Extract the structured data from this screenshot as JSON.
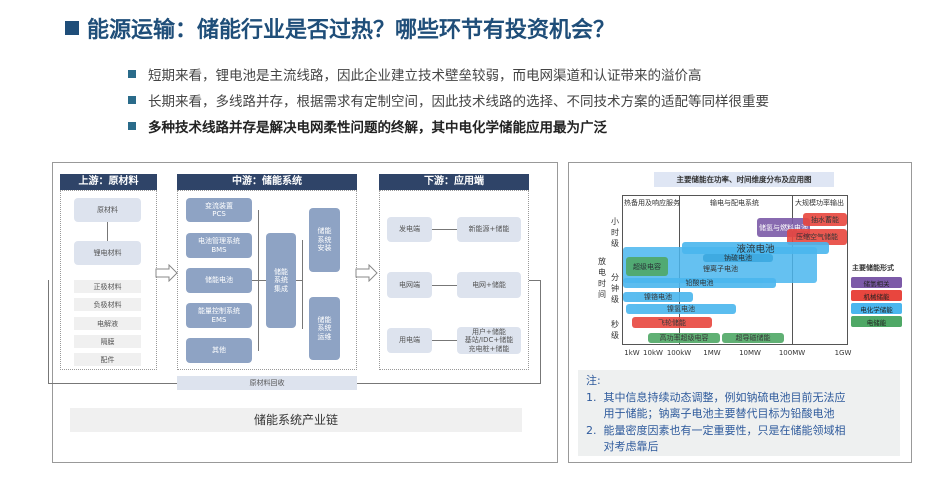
{
  "header": {
    "title": "能源运输：储能行业是否过热？哪些环节有投资机会？"
  },
  "bullets": [
    "短期来看，锂电池是主流线路，因此企业建立技术壁垒较弱，而电网渠道和认证带来的溢价高",
    "长期来看，多线路并存，根据需求有定制空间，因此技术线路的选择、不同技术方案的适配等同样很重要",
    "多种技术线路并存是解决电网柔性问题的终解，其中电化学储能应用最为广泛"
  ],
  "chain": {
    "caption": "储能系统产业链",
    "upstream": {
      "title": "上游：原材料",
      "raw": "原材料",
      "li": "锂电材料",
      "items": [
        "正极材料",
        "负极材料",
        "电解液",
        "隔膜",
        "配件"
      ]
    },
    "midstream": {
      "title": "中游：储能系统",
      "left": [
        [
          "变流装置",
          "PCS"
        ],
        [
          "电池管理系统",
          "BMS"
        ],
        [
          "储能电池",
          ""
        ],
        [
          "能量控制系统",
          "EMS"
        ],
        [
          "其他",
          ""
        ]
      ],
      "center": "储能系统集成",
      "install": "储能系统安装",
      "operate": "储能系统运维"
    },
    "downstream": {
      "title": "下游：应用端",
      "rows": [
        [
          "发电端",
          "新能源+储能"
        ],
        [
          "电网端",
          "电网+储能"
        ],
        [
          "用电端",
          "用户+储能\n基站/IDC+储能\n充电桩+储能"
        ]
      ]
    },
    "recycle": "原材料回收"
  },
  "chart_data": {
    "type": "range-bar",
    "title": "主要储能在功率、时间维度分布及应用图",
    "zones": [
      "热备用及响应服务",
      "输电与配电系统",
      "大规模功率输出"
    ],
    "xticks": [
      "1kW",
      "10kW",
      "100kW",
      "1MW",
      "10MW",
      "100MW",
      "1GW"
    ],
    "ylabel": "放电时间",
    "yticks": [
      "小时级",
      "分钟级",
      "秒级"
    ],
    "series": [
      {
        "name": "抽水蓄能",
        "type": "机械储能"
      },
      {
        "name": "储氢与燃料电池",
        "type": "储氢相关"
      },
      {
        "name": "压缩空气储能",
        "type": "机械储能"
      },
      {
        "name": "液流电池",
        "type": "电化学储能"
      },
      {
        "name": "钠硫电池",
        "type": "电化学储能"
      },
      {
        "name": "锂离子电池",
        "type": "电化学储能"
      },
      {
        "name": "超级电容",
        "type": "电储能"
      },
      {
        "name": "铅酸电池",
        "type": "电化学储能"
      },
      {
        "name": "镍铬电池",
        "type": "电化学储能"
      },
      {
        "name": "镍氢电池",
        "type": "电化学储能"
      },
      {
        "name": "飞轮储能",
        "type": "机械储能"
      },
      {
        "name": "高功率超级电容",
        "type": "电储能"
      },
      {
        "name": "超导磁储能",
        "type": "电储能"
      }
    ],
    "legend_title": "主要储能形式",
    "legend": [
      {
        "name": "储氢相关",
        "color": "#7c5aa8"
      },
      {
        "name": "机械储能",
        "color": "#e8463e"
      },
      {
        "name": "电化学储能",
        "color": "#4ab6ee"
      },
      {
        "name": "电储能",
        "color": "#4fa866"
      }
    ]
  },
  "notes": {
    "title": "注:",
    "items": [
      "1.  其中信息持续动态调整，例如钠硫电池目前无法应\n     用于储能；钠离子电池主要替代目标为铅酸电池",
      "2.  能量密度因素也有一定重要性，只是在储能领域相\n     对考虑靠后"
    ]
  }
}
